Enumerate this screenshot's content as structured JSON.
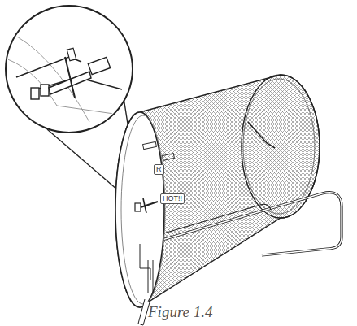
{
  "diagram": {
    "caption": "Figure 1.4",
    "labels": [
      "R",
      "HOT!!"
    ]
  }
}
